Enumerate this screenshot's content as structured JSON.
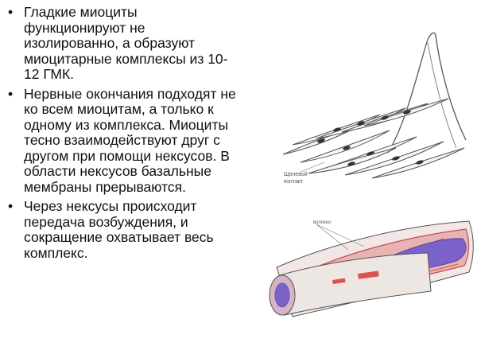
{
  "bullets": [
    {
      "text": "Гладкие миоциты функционируют не изолированно, а образуют миоцитарные комплексы из 10-12 ГМК."
    },
    {
      "text": "Нервные окончания подходят не ко всем миоцитам, а только к одному из комплекса. Миоциты тесно взаимодействуют друг с другом при помощи нексусов. В области нексусов базальные мембраны прерываются."
    },
    {
      "text": " Через нексусы происходит передача возбуждения, и сокращение охватывает весь комплекс."
    }
  ],
  "bullet_marker": "•",
  "figure_top": {
    "label_line1": "Щелевой",
    "label_line2": "контакт"
  },
  "figure_bottom": {
    "callout_text": "волокно"
  },
  "colors": {
    "text": "#111111",
    "outline": "#555555",
    "muscle_red": "#d9534f",
    "lumen_violet": "#7b62c9"
  }
}
